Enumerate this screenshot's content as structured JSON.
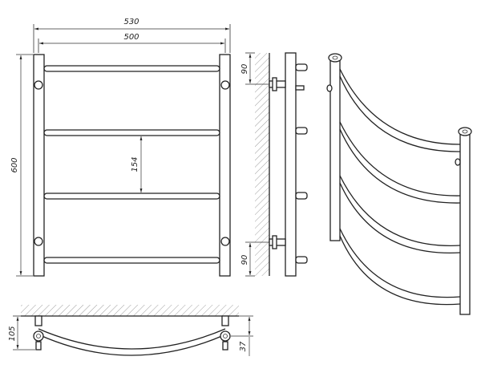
{
  "dimensions": {
    "overall_width": "530",
    "inner_width": "500",
    "height": "600",
    "rung_spacing": "154",
    "top_mount_offset": "90",
    "bottom_mount_offset": "90",
    "depth": "105",
    "wall_offset": "37"
  },
  "colors": {
    "line": "#222222",
    "hatch": "#888888",
    "background": "#ffffff"
  }
}
